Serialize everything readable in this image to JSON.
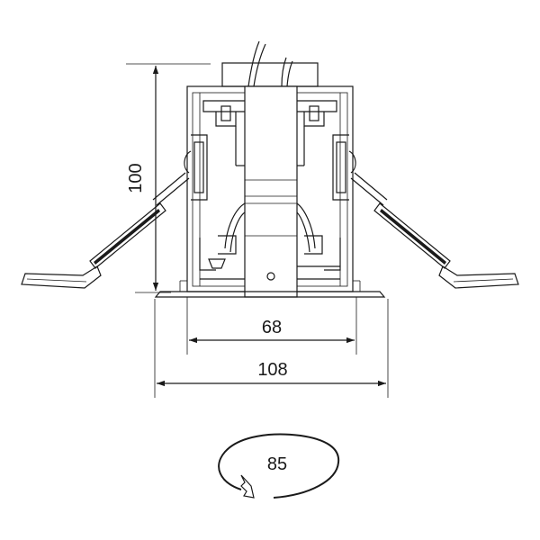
{
  "dimensions": {
    "height": "100",
    "inner_width": "68",
    "outer_width": "108",
    "cutout": "85"
  }
}
